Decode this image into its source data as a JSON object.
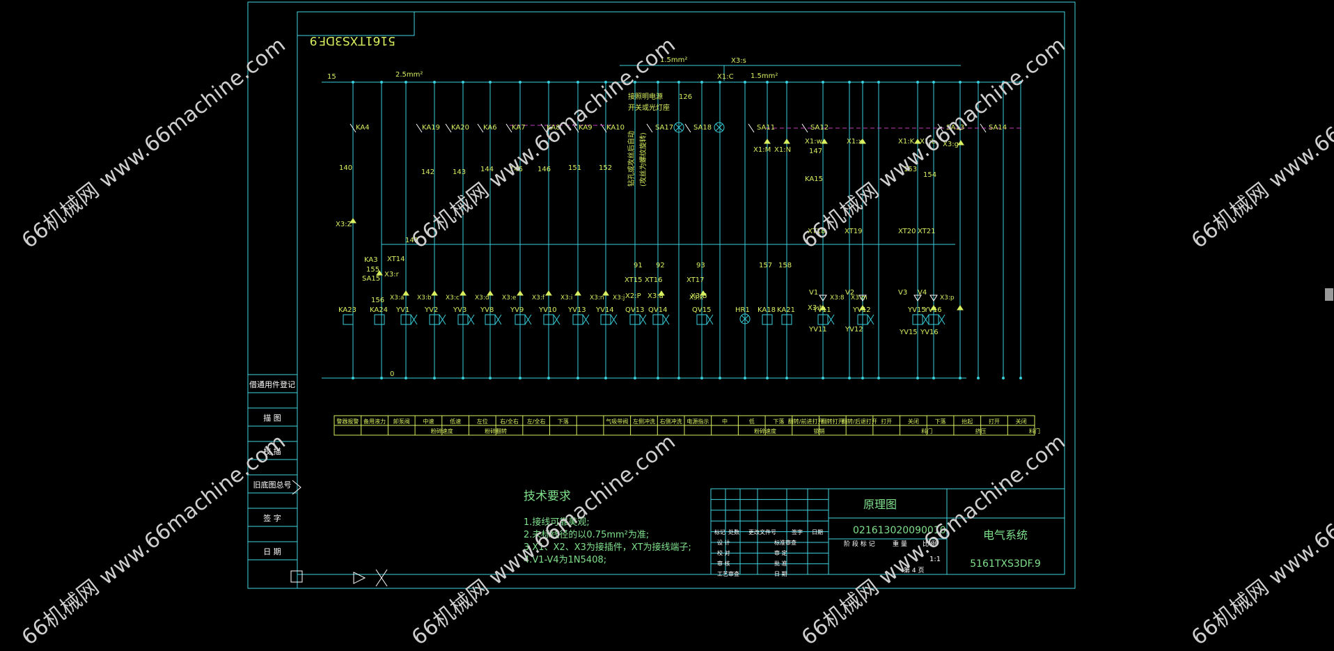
{
  "colors": {
    "background": "#000000",
    "frame": "#3fd4e0",
    "wire": "#38d0dc",
    "label": "#d8f060",
    "text": "#ffffff",
    "dash": "#c040c0",
    "title_text": "#7fe08c",
    "watermark": "#cfcfcf"
  },
  "drawing": {
    "mirror_code": "5161TXS3DF.9",
    "wire_labels": {
      "main_left": "15",
      "size_top": "2.5mm²",
      "size_mid": "1.5mm²",
      "size_right": "1.5mm²",
      "zero": "0",
      "x3s": "X3:s",
      "x1c": "X1:C"
    },
    "relays_top": [
      "KA4",
      "KA19",
      "KA20",
      "KA6",
      "KA7",
      "KA8",
      "KA9",
      "KA10",
      "SA17",
      "SA18",
      "SA11",
      "SA12",
      "SA13",
      "SA14"
    ],
    "wire_numbers": [
      "140",
      "142",
      "143",
      "144",
      "145",
      "146",
      "151",
      "152",
      "141",
      "91",
      "92",
      "93",
      "147",
      "153",
      "154",
      "157",
      "158",
      "126",
      "155",
      "156"
    ],
    "mid_labels": [
      "X3:Z",
      "KA3",
      "XT14",
      "SA15",
      "X3:r",
      "XT15",
      "XT16",
      "XT17",
      "X2:P",
      "X3:a",
      "X3:B",
      "XT18",
      "XT19",
      "XT20",
      "XT21",
      "KA15",
      "X1:M",
      "X1:N",
      "X1:w",
      "X1:x",
      "X1:K",
      "X1:L",
      "X3:g",
      "X3:h",
      "V1",
      "V2",
      "V3",
      "V4"
    ],
    "note_vertical": "钻孔或攻丝后自动",
    "note_vertical2": "(攻丝为螺纹旋转)",
    "note_top": "接照明电源",
    "note_top2": "开关或光灯座",
    "coils": [
      "KA23",
      "KA24",
      "YV1",
      "YV2",
      "YV3",
      "YV8",
      "YV9",
      "YV10",
      "YV13",
      "YV14",
      "QV13",
      "QV14",
      "QV15",
      "HR1",
      "KA18",
      "KA21",
      "YV11",
      "YV12",
      "YV15",
      "YV16"
    ],
    "coil_terminals": [
      "X3:a",
      "X3:b",
      "X3:c",
      "X3:d",
      "X3:e",
      "X3:f",
      "X3:i",
      "X3:n",
      "X3:j",
      "X3:k",
      "X3:8",
      "X3:m",
      "X3:p"
    ],
    "function_row1": [
      "警器报警",
      "备用液力",
      "卸泵阀",
      "中速",
      "低速",
      "左位",
      "右/全右",
      "左/全右",
      "下落",
      "",
      "气吸带阀",
      "左侧冲洗",
      "右侧冲洗",
      "电源指示",
      "中",
      "低",
      "下落",
      "翻转/前进打开",
      "翻转打开",
      "翻转/后退打开",
      "打开",
      "关闭",
      "下落",
      "抬起",
      "打开",
      "关闭"
    ],
    "function_row2": [
      "",
      "",
      "",
      "粉碎速度",
      "",
      "粉碎翻转",
      "",
      "",
      "",
      "",
      "",
      "",
      "",
      "",
      "",
      "粉碎速度",
      "",
      "锁销",
      "",
      "",
      "",
      "料门",
      "",
      "挤压",
      "",
      "料门"
    ],
    "tech_title": "技术要求",
    "tech_notes": [
      "1.接线可靠美观;",
      "2.未标线径的以0.75mm²为准;",
      "3.X1、X2、X3为接插件，XT为接线端子;",
      "4.V1-V4为1N5408;"
    ],
    "left_column": [
      "借通用件登记",
      "描 图",
      "校 描",
      "旧底图总号",
      "签 字",
      "日 期"
    ],
    "title_block": {
      "drawing_name": "原理图",
      "drawing_number": "021613020090010",
      "system_name": "电气系统",
      "part_code": "5161TXS3DF.9",
      "ratio_label": "比 例",
      "ratio": "1:1",
      "weight_label": "重 量",
      "stage_label": "阶 段 标 记",
      "sheet": "第 4 页",
      "rev_headers": [
        "标记",
        "处数",
        "更改文件号",
        "签字",
        "日期"
      ],
      "sign_rows": [
        "设 计",
        "校 对",
        "审 核",
        "工艺审查"
      ],
      "sign_rows2": [
        "标准审查",
        "审 定",
        "批 准",
        "日 期"
      ]
    }
  },
  "watermarks": [
    "66机械网 www.66machine.com",
    "66机械网 www.66machine.com",
    "66机械网 www.66machine.com",
    "66机械网 www.66machine.com",
    "66机械网 www.66machine.com",
    "66机械网 www.66machine.com",
    "66机械网 www.66machine.com",
    "66机械网 www.66machine.com"
  ]
}
